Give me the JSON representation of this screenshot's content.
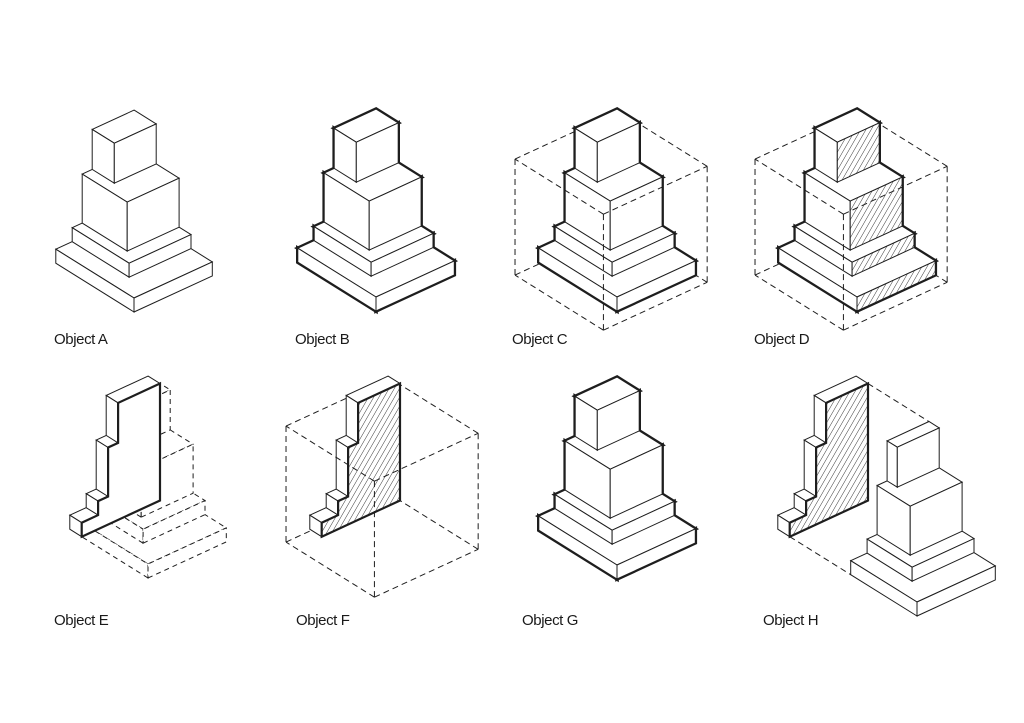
{
  "objects": [
    {
      "label": "Object A",
      "style": "thin"
    },
    {
      "label": "Object B",
      "style": "bold-outline"
    },
    {
      "label": "Object C",
      "style": "bold-outline-with-dashed-box"
    },
    {
      "label": "Object D",
      "style": "bold-outline-hatched-with-dashed-box"
    },
    {
      "label": "Object E",
      "style": "cut-slab-with-dashed-remainder"
    },
    {
      "label": "Object F",
      "style": "hatched-section-in-dashed-box"
    },
    {
      "label": "Object G",
      "style": "bold-outline"
    },
    {
      "label": "Object H",
      "style": "hatched-section-separated"
    }
  ],
  "colors": {
    "line": "#1e1e1e",
    "background": "#ffffff"
  }
}
